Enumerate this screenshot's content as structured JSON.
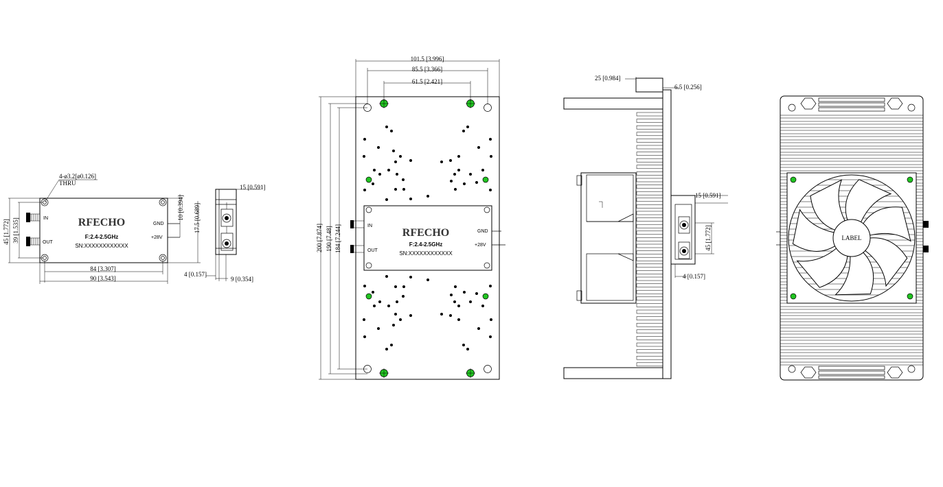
{
  "small_module": {
    "brand": "RFECHO",
    "freq": "F:2.4-2.5GHz",
    "sn": "SN:XXXXXXXXXXXX",
    "port_in": "IN",
    "port_out": "OUT",
    "port_gnd": "GND",
    "port_28v": "+28V",
    "hole_note_1": "4-ø3.2[ø0.126]",
    "hole_note_2": "THRU",
    "dim_height_outer": "45 [1.772]",
    "dim_height_inner": "39 [1.535]",
    "dim_width_inner": "84 [3.307]",
    "dim_width_outer": "90 [3.543]",
    "dim_gnd_offset": "10 [0.394]",
    "dim_pin_offset": "17.5 [0.689]",
    "side_dim_top": "15 [0.591]",
    "side_dim_left": "4 [0.157]",
    "side_dim_bottom": "9 [0.354]"
  },
  "plate_view": {
    "brand": "RFECHO",
    "freq": "F:2.4-2.5GHz",
    "sn": "SN:XXXXXXXXXXXX",
    "port_in": "IN",
    "port_out": "OUT",
    "port_gnd": "GND",
    "port_28v": "+28V",
    "dim_w1": "101.5 [3.996]",
    "dim_w2": "85.5 [3.366]",
    "dim_w3": "61.5 [2.421]",
    "dim_h1": "200 [7.874]",
    "dim_h2": "190 [7.48]",
    "dim_h3": "184 [7.244]"
  },
  "side_view": {
    "dim_top_left": "25 [0.984]",
    "dim_top_right": "6.5 [0.256]",
    "dim_mod_top": "15 [0.591]",
    "dim_mod_height": "45 [1.772]",
    "dim_mod_bottom": "4 [0.157]"
  },
  "fan_view": {
    "label": "LABEL"
  },
  "colors": {
    "line": "#000000",
    "hole_green": "#22c422",
    "brand_gray": "#333333"
  }
}
